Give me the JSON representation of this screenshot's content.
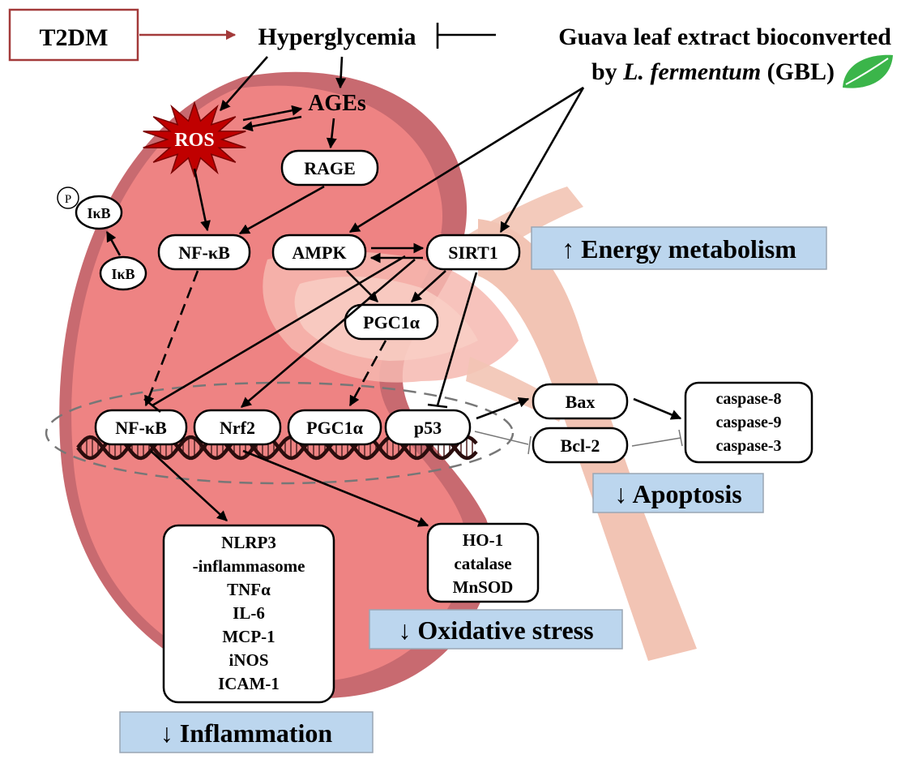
{
  "labels": {
    "t2dm": "T2DM",
    "hyperglycemia": "Hyperglycemia",
    "gbl_line1": "Guava leaf extract bioconverted",
    "gbl_by": "by ",
    "gbl_species": "L. fermentum",
    "gbl_suffix": " (GBL)",
    "ages": "AGEs",
    "ros": "ROS",
    "rage": "RAGE",
    "p": "P",
    "ikb_phos": "IκB",
    "ikb": "IκB",
    "nfkb_cyto": "NF-κB",
    "ampk": "AMPK",
    "sirt1": "SIRT1",
    "pgc1a_cyto": "PGC1α",
    "nfkb_nuc": "NF-κB",
    "nrf2": "Nrf2",
    "pgc1a_nuc": "PGC1α",
    "p53": "p53",
    "bax": "Bax",
    "bcl2": "Bcl-2",
    "caspases": [
      "caspase-8",
      "caspase-9",
      "caspase-3"
    ],
    "inflammation_genes": [
      "NLRP3",
      "-inflammasome",
      "TNFα",
      "IL-6",
      "MCP-1",
      "iNOS",
      "ICAM-1"
    ],
    "antioxidant_genes": [
      "HO-1",
      "catalase",
      "MnSOD"
    ]
  },
  "outcomes": {
    "energy": "↑ Energy metabolism",
    "apoptosis": "↓ Apoptosis",
    "oxidative": "↓ Oxidative stress",
    "inflammation": "↓ Inflammation"
  },
  "colors": {
    "kidney": "#ee8383",
    "kidney_dark": "#c86a70",
    "ureter": "#f2c4b4",
    "ros": "#c00000",
    "t2dm_border": "#a33a3a",
    "banner": "#bcd6ee",
    "leaf": "#3bb54a"
  }
}
